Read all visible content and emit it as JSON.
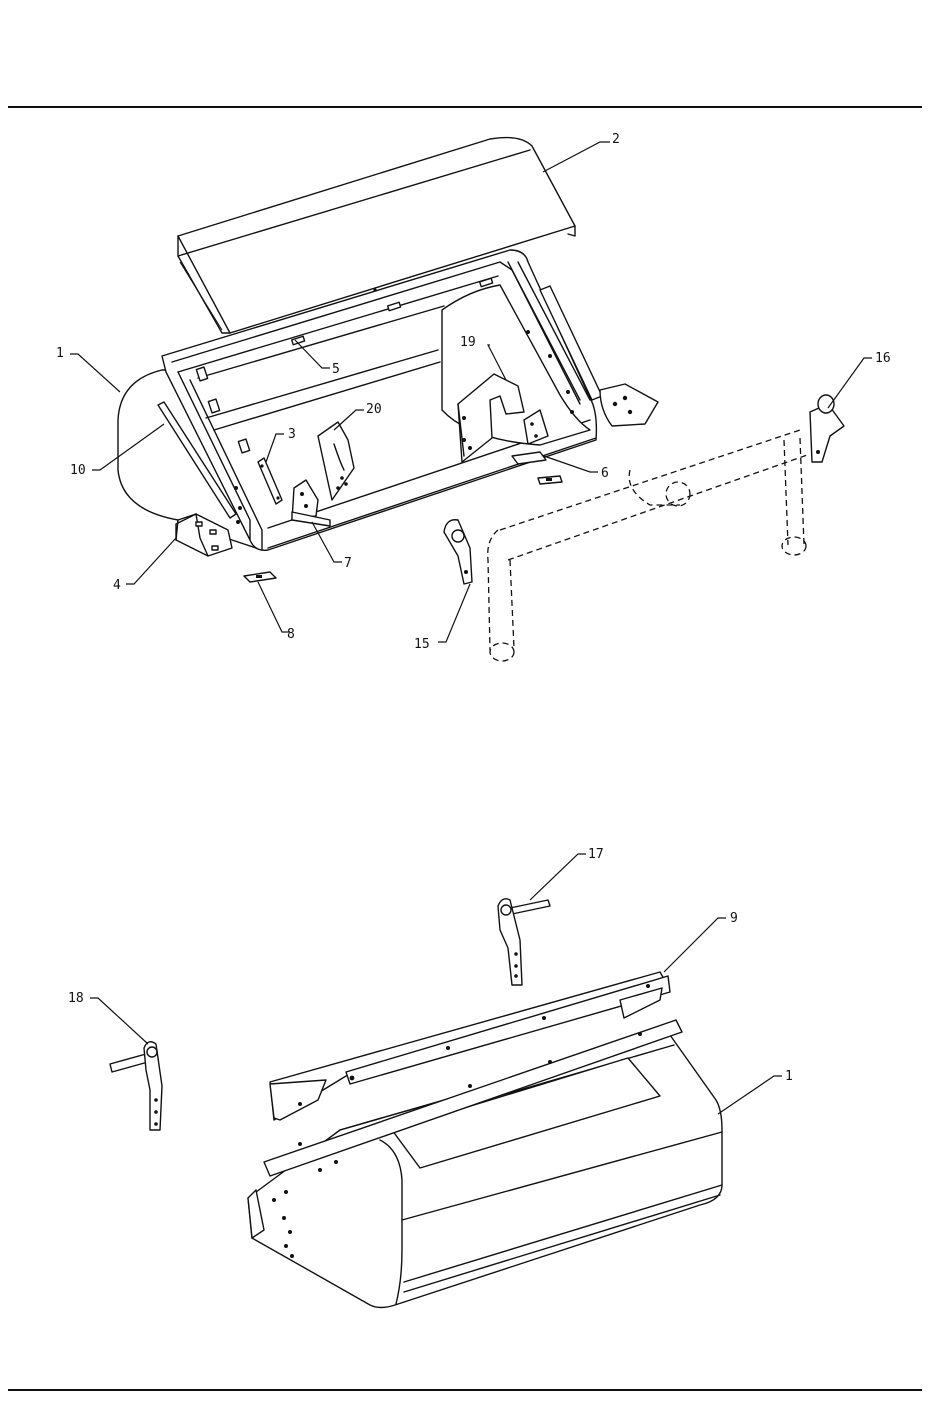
{
  "labels": {
    "1": "1",
    "2": "2",
    "3": "3",
    "4": "4",
    "5": "5",
    "6": "6",
    "7": "7",
    "8": "8",
    "9": "9",
    "10": "10",
    "15": "15",
    "16": "16",
    "17": "17",
    "18": "18",
    "19": "19",
    "20": "20",
    "1b": "1"
  }
}
